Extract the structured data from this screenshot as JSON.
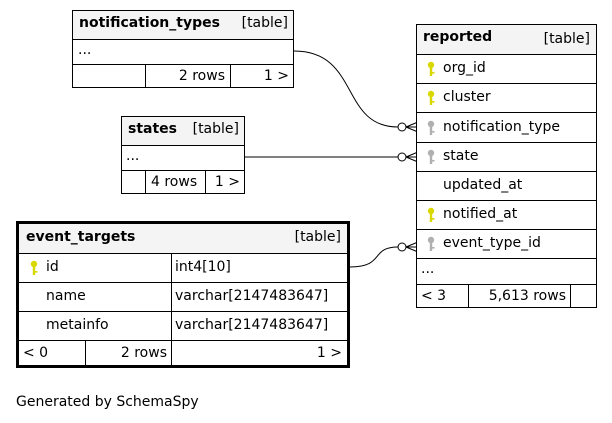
{
  "notification_types": {
    "name": "notification_types",
    "kind": "[table]",
    "ellipsis": "...",
    "rows_label": "2 rows",
    "children_label": "1 >"
  },
  "states": {
    "name": "states",
    "kind": "[table]",
    "ellipsis": "...",
    "rows_label": "4 rows",
    "children_label": "1 >"
  },
  "event_targets": {
    "name": "event_targets",
    "kind": "[table]",
    "columns": [
      {
        "name": "id",
        "type": "int4[10]",
        "key": "primary"
      },
      {
        "name": "name",
        "type": "varchar[2147483647]",
        "key": "none"
      },
      {
        "name": "metainfo",
        "type": "varchar[2147483647]",
        "key": "none"
      }
    ],
    "parents_label": "< 0",
    "rows_label": "2 rows",
    "children_label": "1 >"
  },
  "reported": {
    "name": "reported",
    "kind": "[table]",
    "columns": [
      {
        "name": "org_id",
        "key": "primary"
      },
      {
        "name": "cluster",
        "key": "primary"
      },
      {
        "name": "notification_type",
        "key": "foreign"
      },
      {
        "name": "state",
        "key": "foreign"
      },
      {
        "name": "updated_at",
        "key": "none"
      },
      {
        "name": "notified_at",
        "key": "primary"
      },
      {
        "name": "event_type_id",
        "key": "foreign"
      }
    ],
    "ellipsis": "...",
    "parents_label": "< 3",
    "rows_label": "5,613 rows"
  },
  "footer": "Generated by SchemaSpy",
  "colors": {
    "primary_key": "#d8d800",
    "foreign_key": "#b0b0b0",
    "header_bg": "#f4f4f4"
  }
}
